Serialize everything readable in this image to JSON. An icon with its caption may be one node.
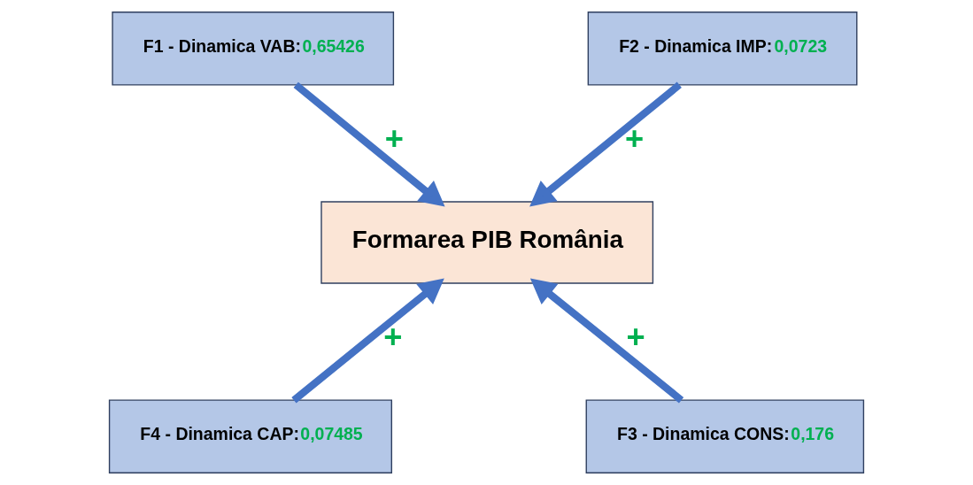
{
  "diagram": {
    "nodes": [
      {
        "text": [
          "F1 - Dinamica VAB:",
          "0,65426"
        ]
      },
      {
        "text": [
          "F2 - Dinamica IMP:",
          "0,0723"
        ]
      },
      {
        "text": [
          "Formarea PIB România"
        ]
      },
      {
        "text": [
          "F4 - Dinamica CAP:",
          "0,07485"
        ]
      },
      {
        "text": [
          "F3 - Dinamica CONS:",
          "0,176"
        ]
      }
    ],
    "edges": [
      {
        "from": 0,
        "to": 2,
        "arrow": "to",
        "label": "+"
      },
      {
        "from": 1,
        "to": 2,
        "arrow": "to",
        "label": "+"
      },
      {
        "from": 3,
        "to": 2,
        "arrow": "to",
        "label": "+"
      },
      {
        "from": 4,
        "to": 2,
        "arrow": "to",
        "label": "+"
      }
    ]
  }
}
